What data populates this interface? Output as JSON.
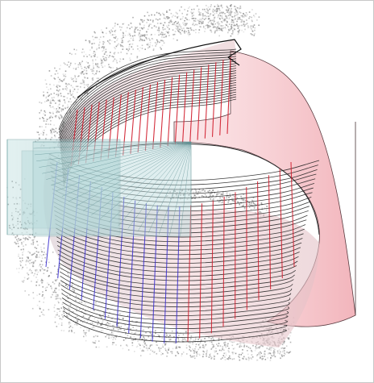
{
  "figure": {
    "kind": "3d-point-cloud-cylindrical-section-view",
    "labels": []
  },
  "colors": {
    "background": "#ffffff",
    "point_cloud": "#9a9a9a",
    "slice_lines": "#1a1a1a",
    "generators_front": "#3a2fd0",
    "generators_back": "#d01a2a",
    "surface_fill": "#f4b6bc",
    "panel_fill": "#a9cfd0"
  },
  "stats": {
    "horizontal_slices": 38,
    "vertical_generators": 22
  }
}
